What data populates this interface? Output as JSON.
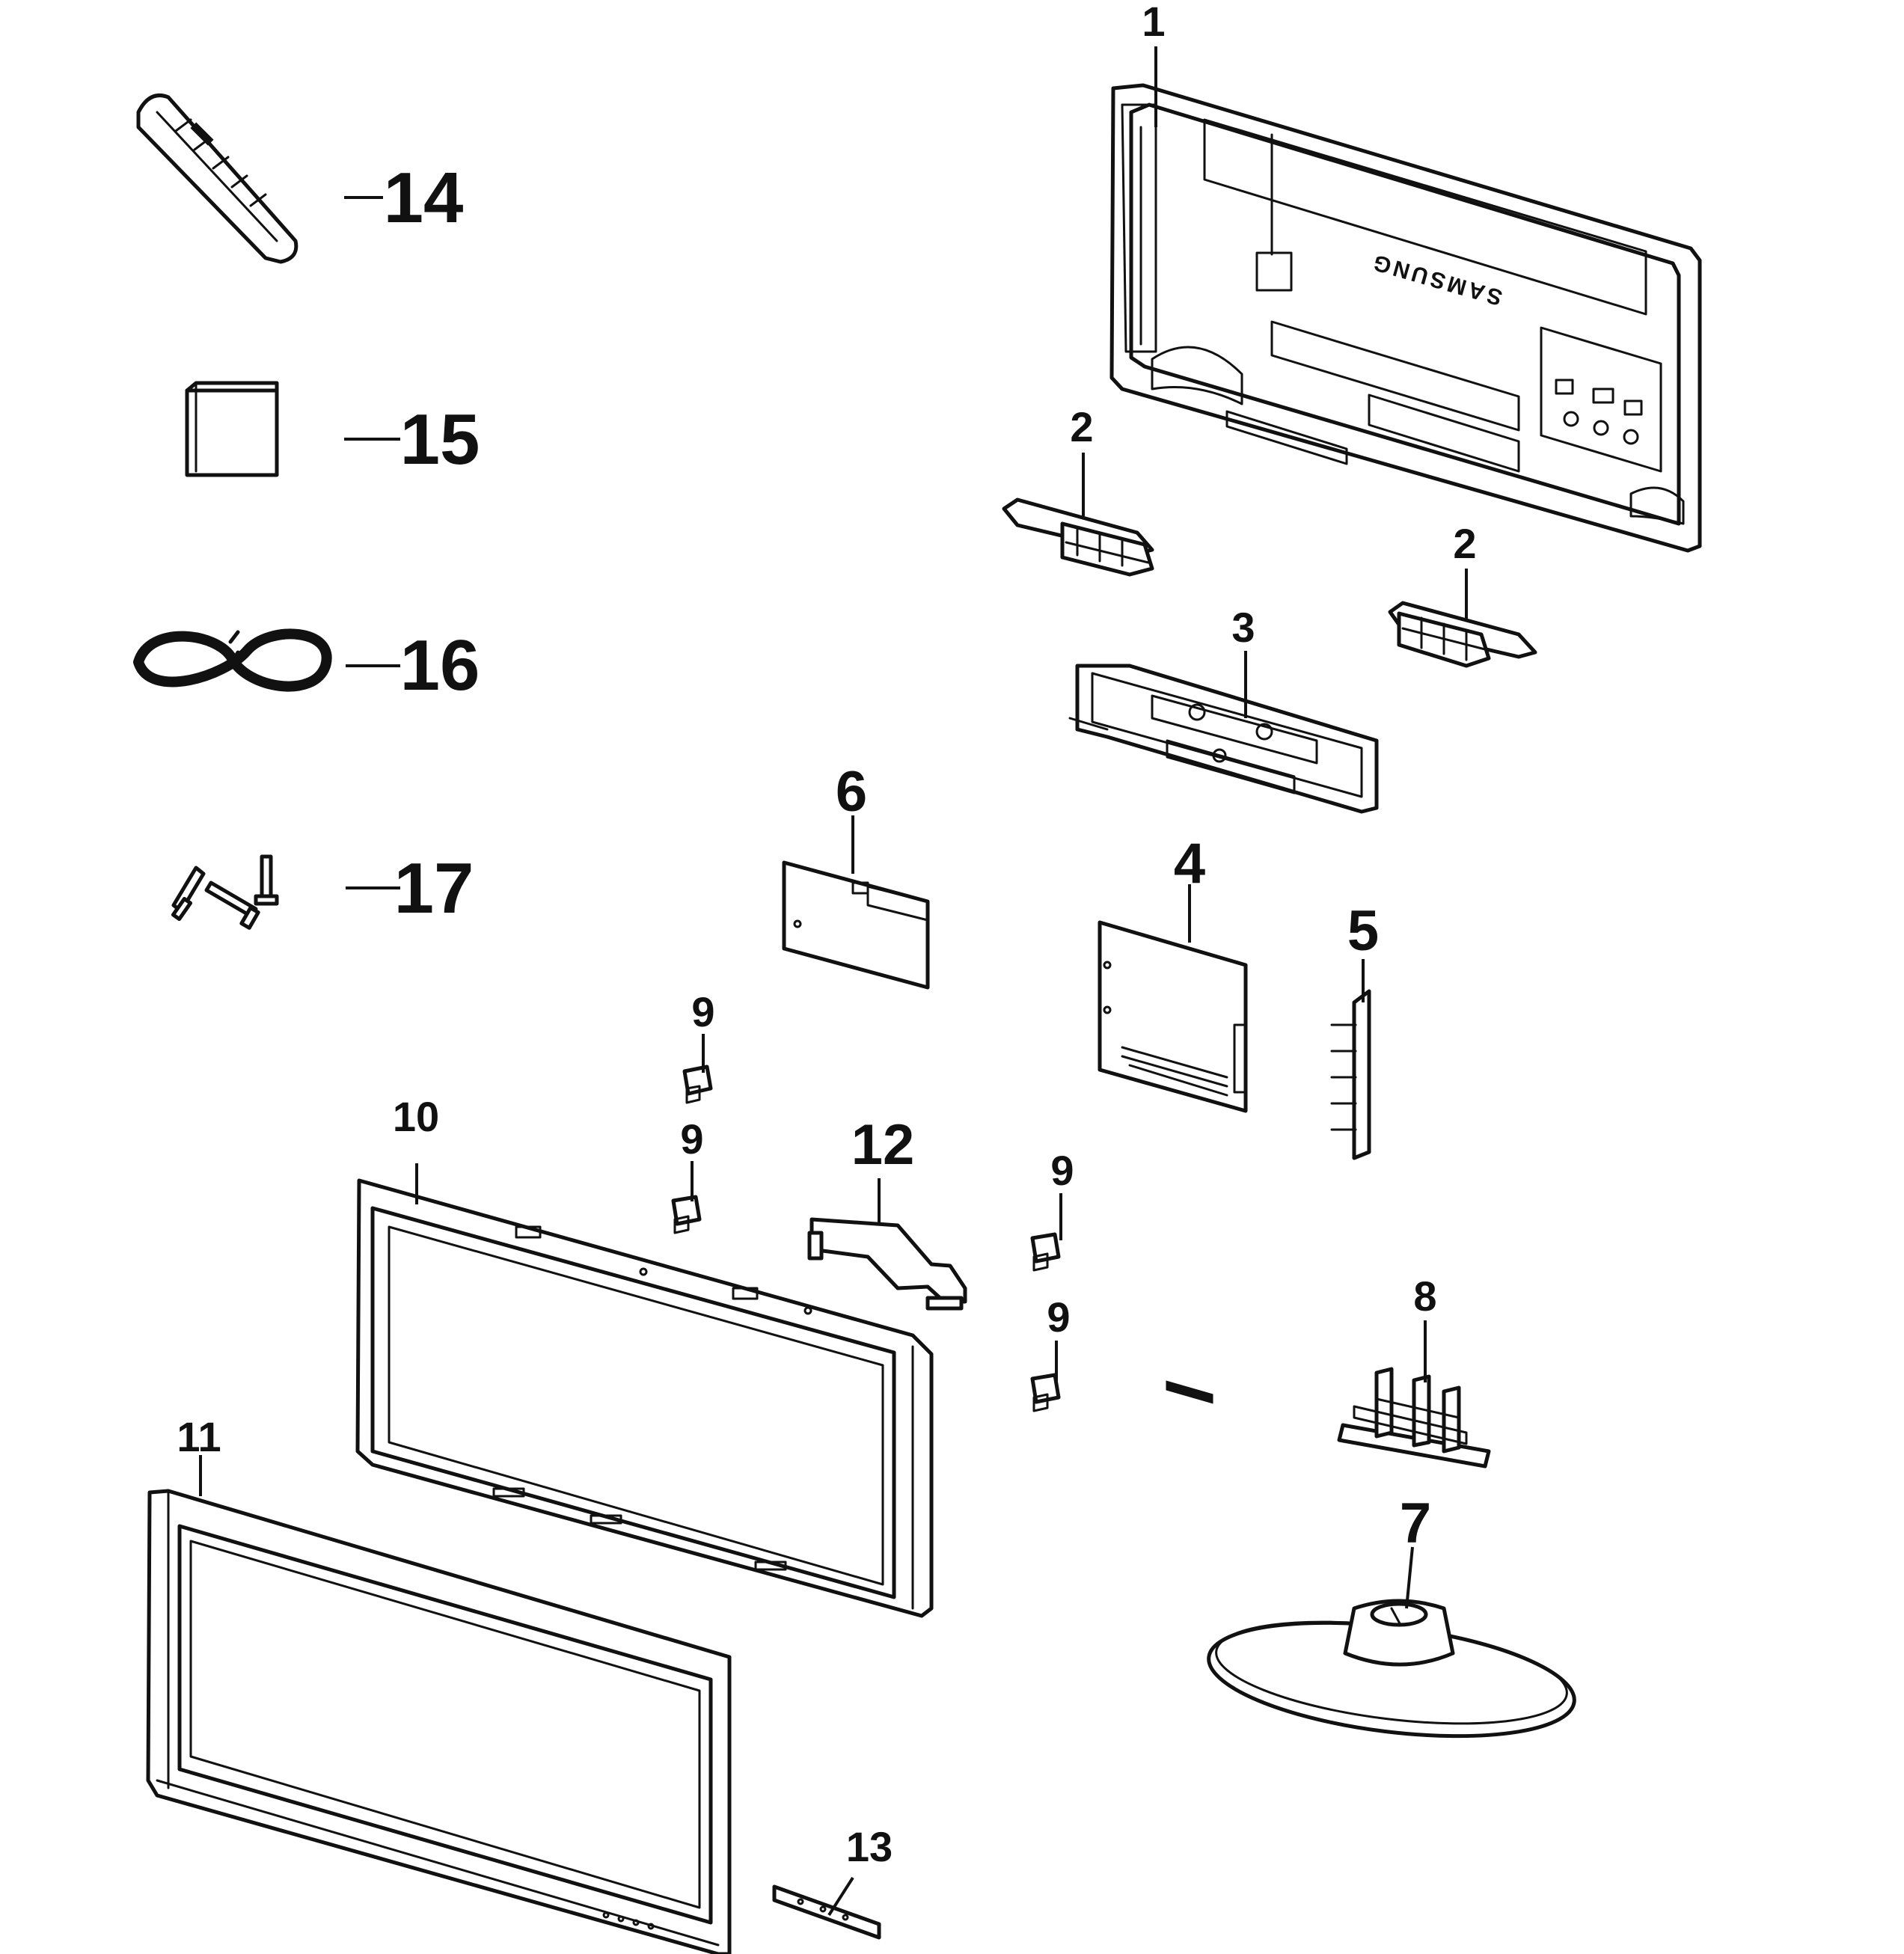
{
  "diagram": {
    "logo_text": "SAMSUNG",
    "callouts": [
      {
        "id": "1",
        "part": "rear-cover"
      },
      {
        "id": "2",
        "part": "speaker-left"
      },
      {
        "id": "2",
        "part": "speaker-right"
      },
      {
        "id": "3",
        "part": "bracket-frame"
      },
      {
        "id": "4",
        "part": "main-board"
      },
      {
        "id": "5",
        "part": "side-function-bar"
      },
      {
        "id": "6",
        "part": "power-board"
      },
      {
        "id": "7",
        "part": "stand-base"
      },
      {
        "id": "8",
        "part": "stand-neck"
      },
      {
        "id": "9",
        "part": "clip-a"
      },
      {
        "id": "9",
        "part": "clip-b"
      },
      {
        "id": "9",
        "part": "clip-c"
      },
      {
        "id": "9",
        "part": "clip-d"
      },
      {
        "id": "10",
        "part": "lcd-panel"
      },
      {
        "id": "11",
        "part": "front-bezel"
      },
      {
        "id": "12",
        "part": "lvds-cable"
      },
      {
        "id": "13",
        "part": "ir-sensor-board"
      },
      {
        "id": "14",
        "part": "remote-control"
      },
      {
        "id": "15",
        "part": "manual"
      },
      {
        "id": "16",
        "part": "power-cord"
      },
      {
        "id": "17",
        "part": "screws"
      }
    ]
  }
}
